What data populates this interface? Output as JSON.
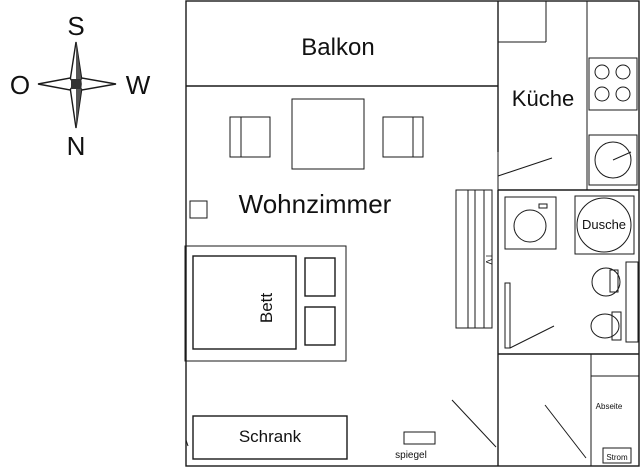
{
  "compass": {
    "top": "S",
    "left": "O",
    "right": "W",
    "bottom": "N"
  },
  "rooms": {
    "balcony": "Balkon",
    "kitchen": "Küche",
    "living_room": "Wohnzimmer",
    "shower": "Dusche",
    "utility": "Abseite",
    "power": "Strom"
  },
  "furniture": {
    "bed": "Bett",
    "wardrobe": "Schrank",
    "mirror": "spiegel",
    "tv": "TV"
  }
}
